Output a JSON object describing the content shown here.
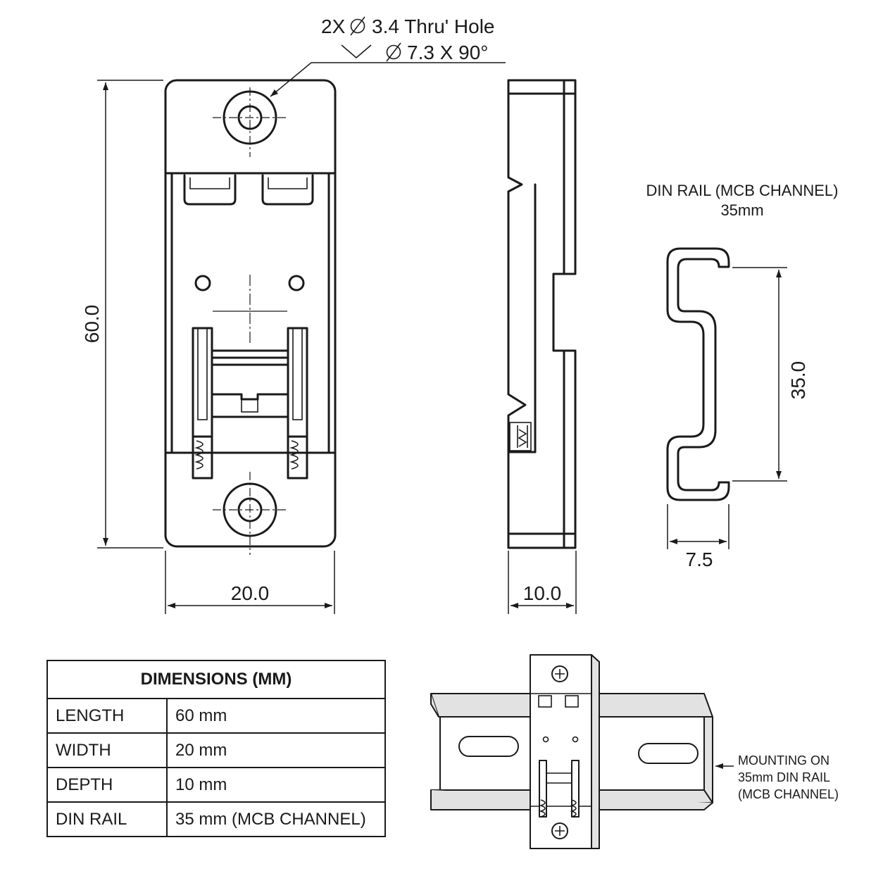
{
  "callout": {
    "hole_prefix": "2X",
    "hole_text": "3.4 Thru' Hole",
    "countersink_text": "7.3 X 90°"
  },
  "dimensions": {
    "length": "60.0",
    "width": "20.0",
    "depth": "10.0",
    "rail_height": "35.0",
    "rail_depth": "7.5"
  },
  "rail_label": {
    "line1": "DIN RAIL (MCB CHANNEL)",
    "line2": "35mm"
  },
  "table": {
    "title": "DIMENSIONS (MM)",
    "rows": [
      {
        "label": "LENGTH",
        "value": "60 mm"
      },
      {
        "label": "WIDTH",
        "value": "20 mm"
      },
      {
        "label": "DEPTH",
        "value": "10 mm"
      },
      {
        "label": "DIN RAIL",
        "value": "35 mm (MCB CHANNEL)"
      }
    ]
  },
  "mount_note": {
    "line1": "MOUNTING ON",
    "line2": "35mm DIN RAIL",
    "line3": "(MCB CHANNEL)"
  }
}
